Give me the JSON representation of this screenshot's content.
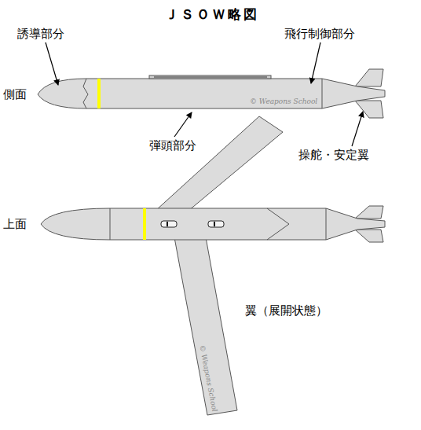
{
  "diagram": {
    "title": "ＪＳＯＷ略図",
    "labels": [
      "誘導部分",
      "飛行制御部分",
      "側面",
      "弾頭部分",
      "操舵・安定翼",
      "上面",
      "翼（展開状態）",
      "© Weapons School",
      "© Weapons School"
    ]
  }
}
